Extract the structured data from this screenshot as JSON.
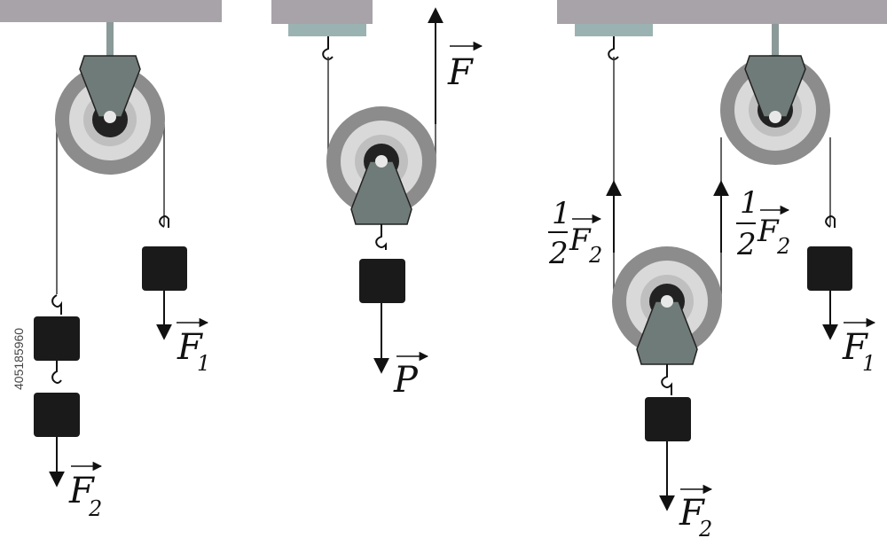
{
  "colors": {
    "ceiling": "#a7a3a8",
    "mount": "#9ab3b2",
    "wheel_outer": "#8c8c8c",
    "wheel_inner": "#d9d9d9",
    "bracket": "#6f7b78",
    "weight": "#1a1a1a",
    "rope": "#333333"
  },
  "labels": {
    "f": "F",
    "f1": "F",
    "f1_sub": "1",
    "f2": "F",
    "f2_sub": "2",
    "p": "P",
    "half_num": "1",
    "half_den": "2",
    "half_f": "F",
    "half_sub": "2"
  },
  "stock_id": "405185960"
}
